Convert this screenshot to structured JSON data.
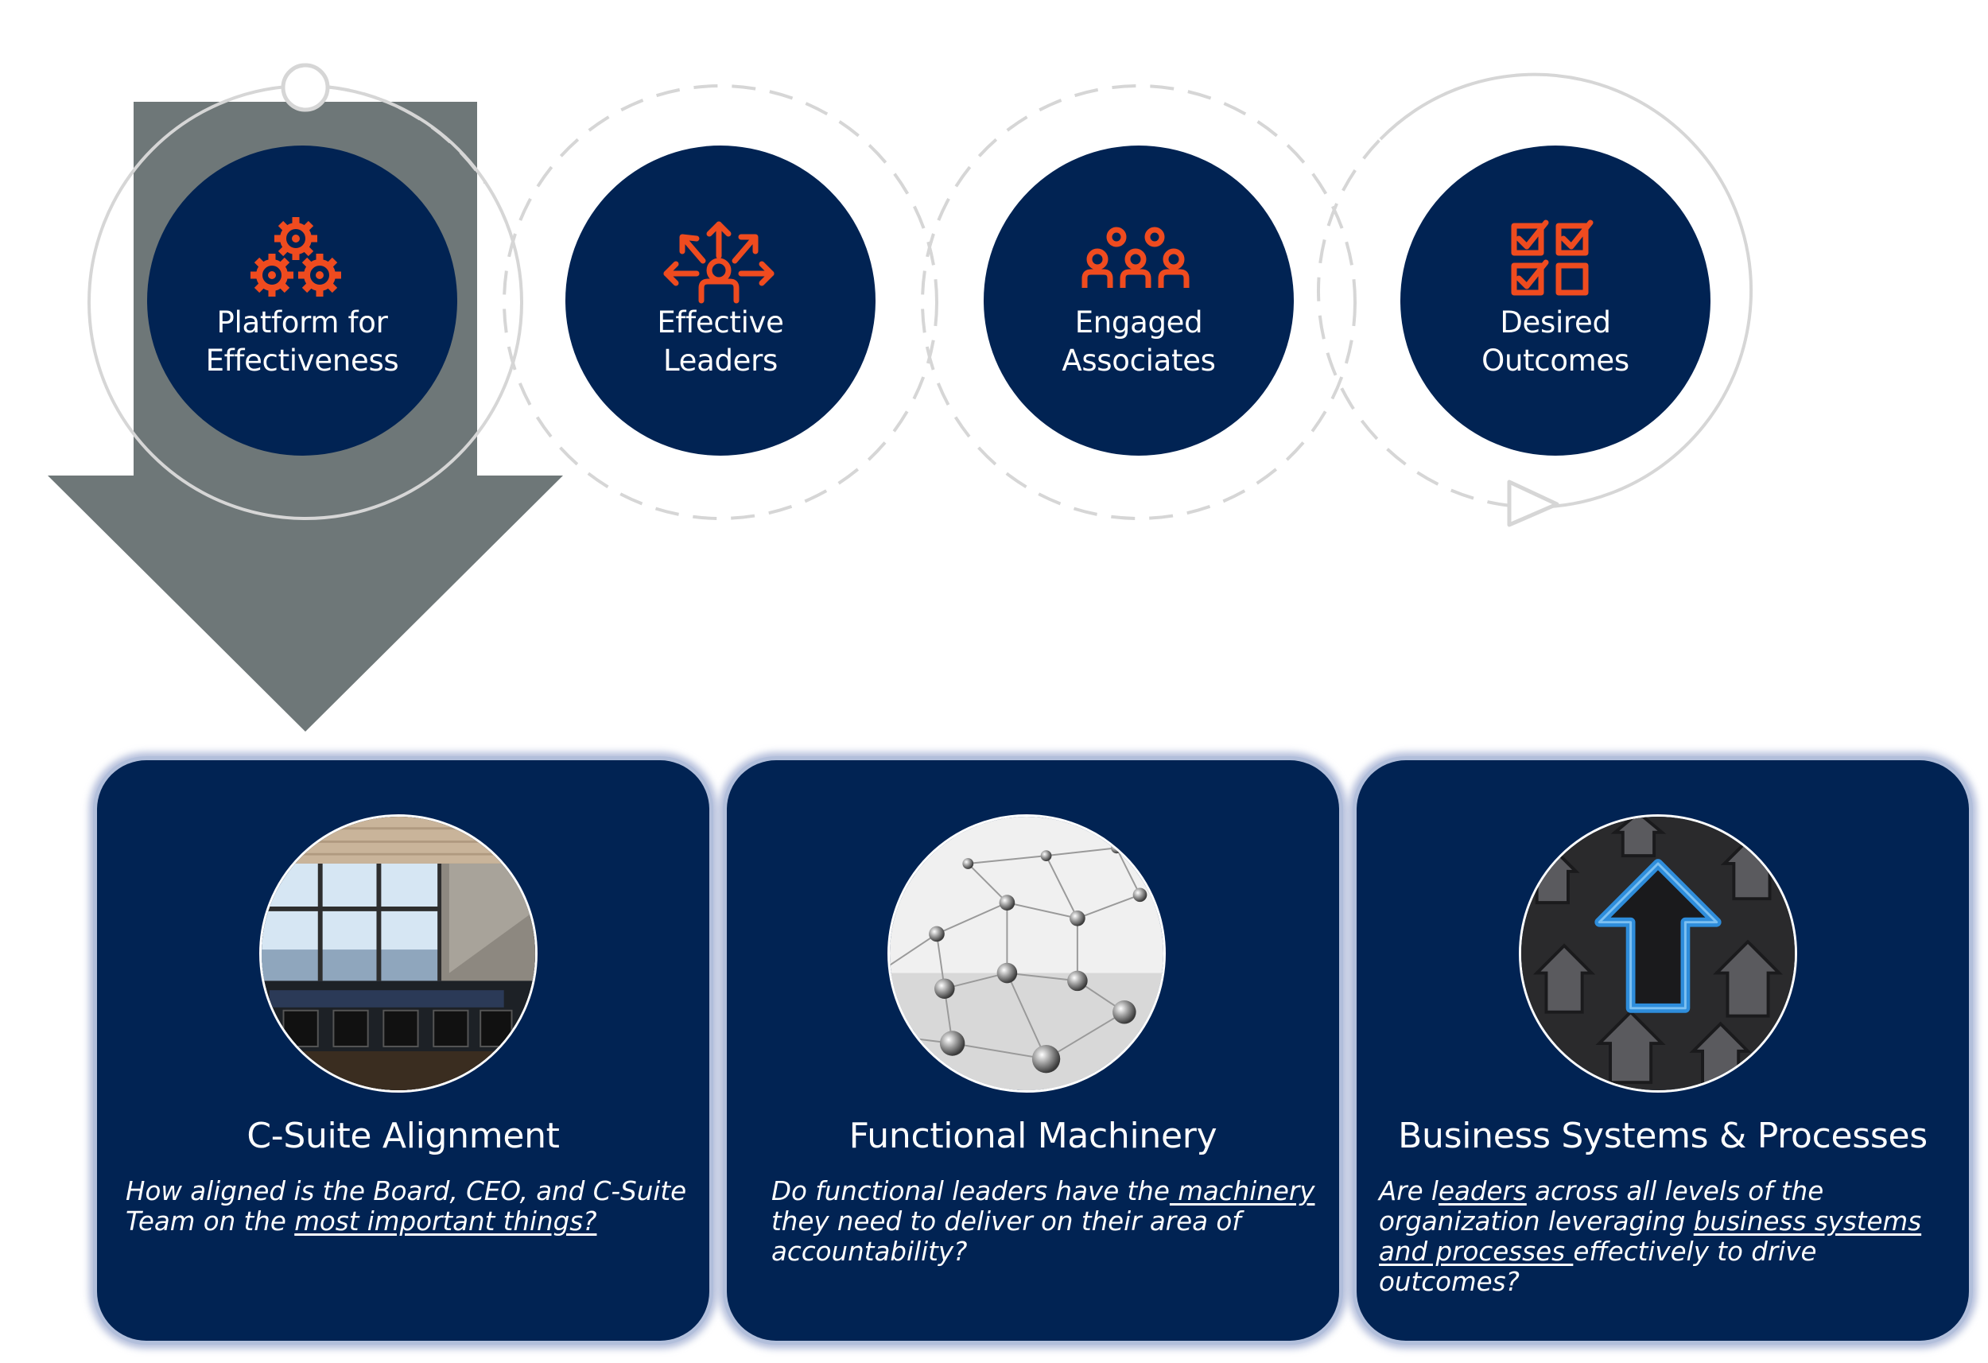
{
  "steps": [
    {
      "line1": "Platform for",
      "line2": "Effectiveness",
      "icon": "gears-icon"
    },
    {
      "line1": "Effective",
      "line2": "Leaders",
      "icon": "leader-arrows-icon"
    },
    {
      "line1": "Engaged",
      "line2": "Associates",
      "icon": "people-group-icon"
    },
    {
      "line1": "Desired",
      "line2": "Outcomes",
      "icon": "checklist-icon"
    }
  ],
  "cards": [
    {
      "title": "C-Suite Alignment",
      "image": "boardroom-photo",
      "t1": "How aligned is the Board, CEO, and C-Suite",
      "t2": "Team on the ",
      "t2u": "most important things?"
    },
    {
      "title": "Functional Machinery",
      "image": "network-nodes-photo",
      "t1": "Do functional leaders have the",
      "t1u": " machinery",
      "t2": "they need to deliver on their area of",
      "t3": "accountability?"
    },
    {
      "title": "Business Systems & Processes",
      "image": "maze-arrow-photo",
      "t1a": "Are l",
      "t1u": "eaders",
      "t1b": " across all levels of the",
      "t2a": "organization leveraging ",
      "t2u": "business systems",
      "t3u": "and processes ",
      "t3b": "effectively to drive outcomes?"
    }
  ],
  "colors": {
    "navy": "#012353",
    "orange": "#ef4b1f",
    "arrow_gray": "#6e7778",
    "ring_gray": "#d4d4d4",
    "card_glow": "#b2bfdb"
  }
}
